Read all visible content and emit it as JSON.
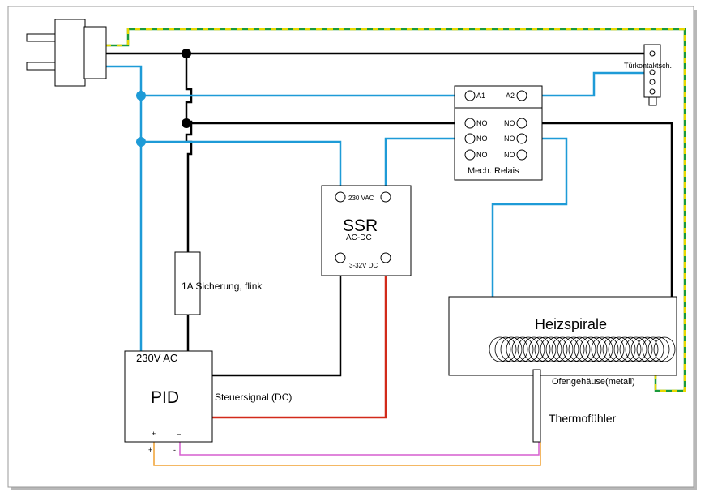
{
  "colors": {
    "phase": "#000000",
    "neutral": "#1e9bd7",
    "earth_green": "#1a9a3a",
    "earth_yellow": "#e8d800",
    "signal_red": "#d22a1a",
    "thermo_pink": "#d65fcf",
    "thermo_orange": "#f0a030"
  },
  "labels": {
    "door_switch": "Türkontaktsch.",
    "relay_a1": "A1",
    "relay_a2": "A2",
    "relay_no": "NO",
    "relay_title": "Mech. Relais",
    "ssr_vac": "230 VAC",
    "ssr_title": "SSR",
    "ssr_sub": "AC-DC",
    "ssr_vdc": "3-32V DC",
    "fuse": "1A Sicherung, flink",
    "pid_supply": "230V AC",
    "pid_title": "PID",
    "pid_plus": "+",
    "pid_minus": "–",
    "control_signal": "Steuersignal (DC)",
    "heater": "Heizspirale",
    "oven_housing": "Ofengehäuse(metall)",
    "thermocouple": "Thermofühler",
    "plus": "+",
    "minus": "-"
  }
}
